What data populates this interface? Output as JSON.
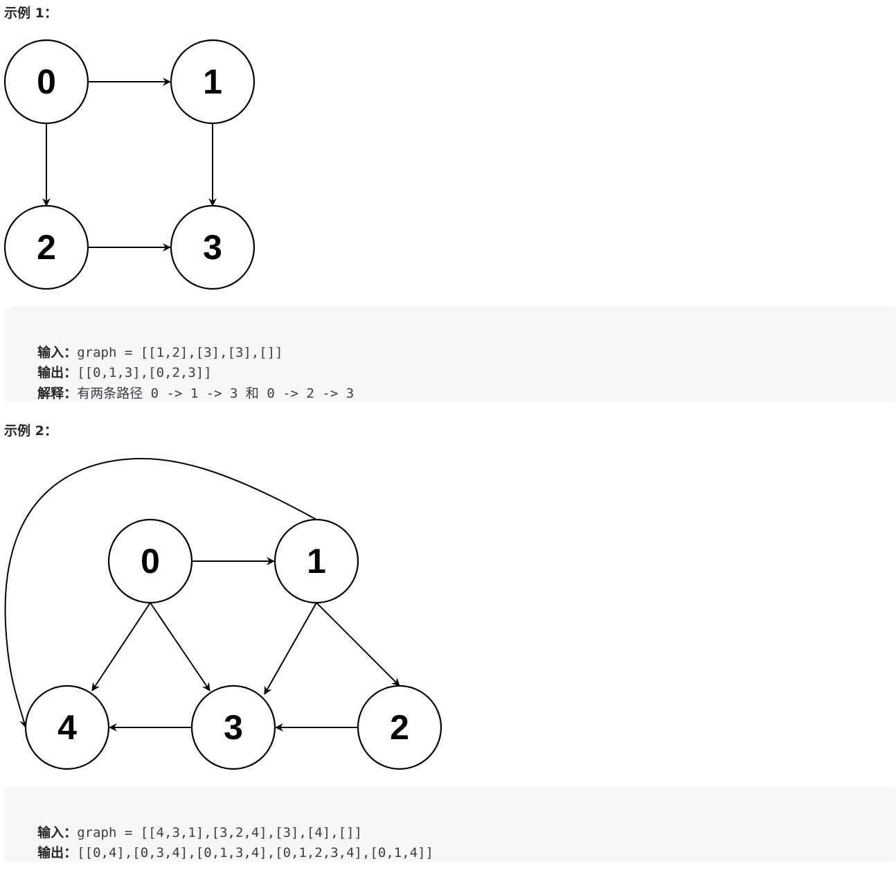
{
  "example1": {
    "heading": "示例 1：",
    "graph": {
      "nodes": [
        "0",
        "1",
        "2",
        "3"
      ],
      "edges": [
        [
          "0",
          "1"
        ],
        [
          "0",
          "2"
        ],
        [
          "1",
          "3"
        ],
        [
          "2",
          "3"
        ]
      ]
    },
    "input_label": "输入：",
    "input_value": "graph = [[1,2],[3],[3],[]]",
    "output_label": "输出：",
    "output_value": "[[0,1,3],[0,2,3]]",
    "explain_label": "解释：",
    "explain_value": "有两条路径 0 -> 1 -> 3 和 0 -> 2 -> 3"
  },
  "example2": {
    "heading": "示例 2：",
    "graph": {
      "nodes": [
        "0",
        "1",
        "2",
        "3",
        "4"
      ],
      "edges": [
        [
          "0",
          "1"
        ],
        [
          "0",
          "4"
        ],
        [
          "0",
          "3"
        ],
        [
          "1",
          "3"
        ],
        [
          "1",
          "2"
        ],
        [
          "1",
          "4"
        ],
        [
          "2",
          "3"
        ],
        [
          "3",
          "4"
        ]
      ]
    },
    "input_label": "输入：",
    "input_value": "graph = [[4,3,1],[3,2,4],[3],[4],[]]",
    "output_label": "输出：",
    "output_value": "[[0,4],[0,3,4],[0,1,3,4],[0,1,2,3,4],[0,1,4]]"
  }
}
